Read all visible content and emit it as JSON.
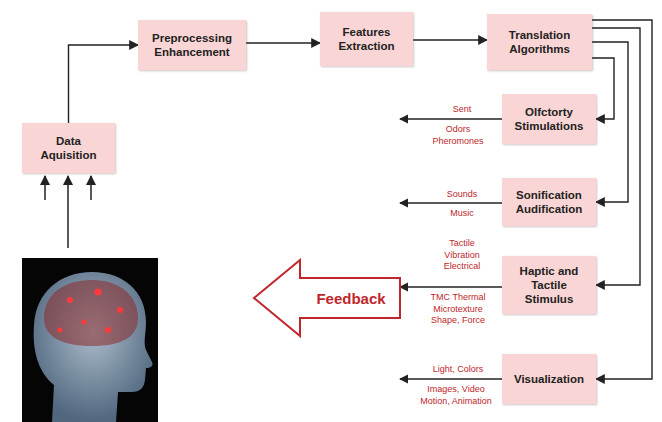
{
  "diagram": {
    "nodes": [
      {
        "text": [
          "Data Aquisition"
        ]
      },
      {
        "text": [
          "Preprocessing Enhancement"
        ]
      },
      {
        "text": [
          "Features Extraction"
        ]
      },
      {
        "text": [
          "Translation Algorithms"
        ]
      },
      {
        "text": [
          "Olfctorty Stimulations"
        ]
      },
      {
        "text": [
          "Sonification Audification"
        ]
      },
      {
        "text": [
          "Haptic and Tactile Stimulus"
        ]
      },
      {
        "text": [
          "Visualization"
        ]
      },
      {
        "text": [
          "Feedback"
        ]
      }
    ],
    "edges": [
      {
        "from": 0,
        "to": 1,
        "arrow": "to"
      },
      {
        "from": 1,
        "to": 2,
        "arrow": "to"
      },
      {
        "from": 2,
        "to": 3,
        "arrow": "to"
      },
      {
        "from": 3,
        "to": 4,
        "arrow": "to"
      },
      {
        "from": 3,
        "to": 5,
        "arrow": "to"
      },
      {
        "from": 3,
        "to": 6,
        "arrow": "to"
      },
      {
        "from": 3,
        "to": 7,
        "arrow": "to"
      }
    ],
    "labels": [
      "Sent",
      "Odors Pheromones",
      "Sounds",
      "Music",
      "Tactile Vibration Electrical",
      "TMC Thermal Microtexture Shape, Force",
      "Light, Colors",
      "Images, Video Motion, Animation"
    ]
  }
}
